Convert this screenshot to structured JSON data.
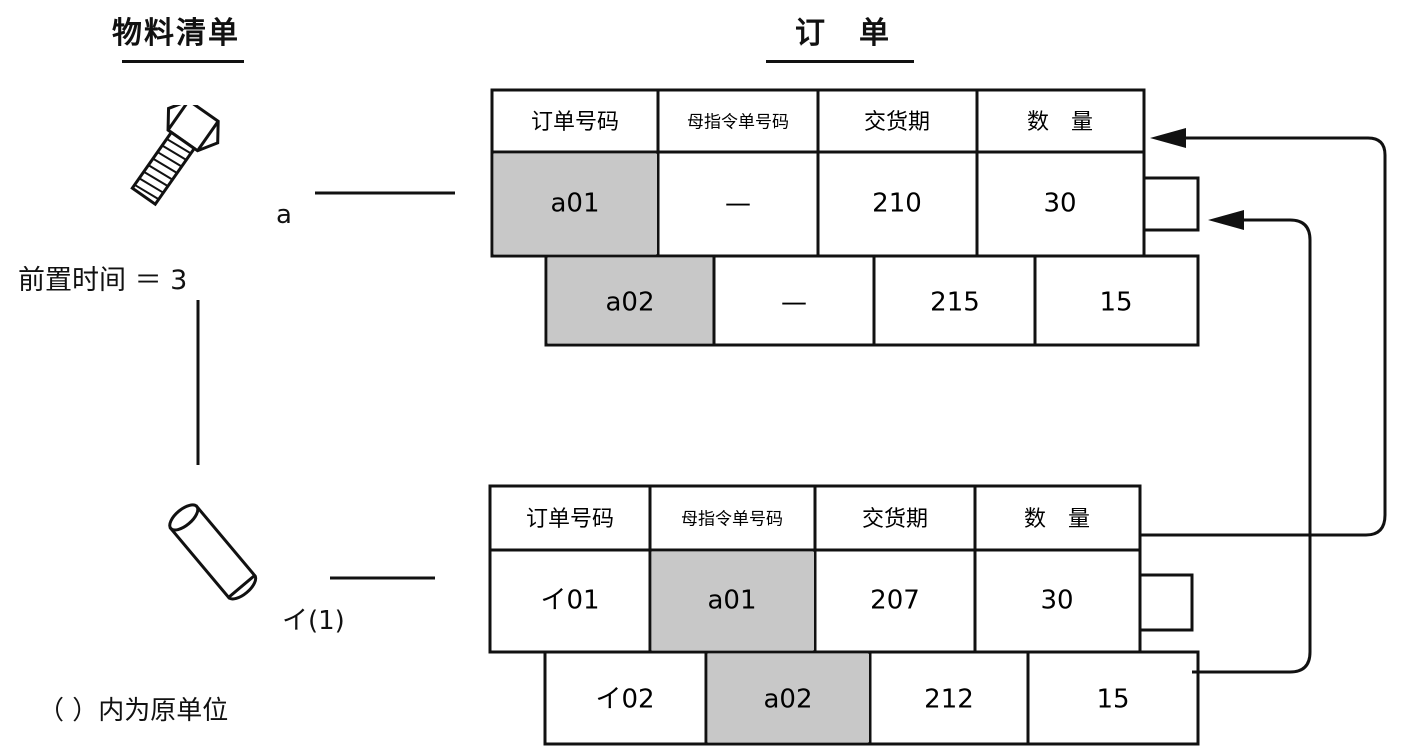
{
  "bom": {
    "title": "物料清单",
    "part_a_label": "a",
    "lead_time": "前置时间 ＝ 3",
    "part_i_label": "イ(1)",
    "note": "（ ）内为原单位"
  },
  "orders": {
    "title": "订　单",
    "headers": [
      "订单号码",
      "母指令单号码",
      "交货期",
      "数　量"
    ],
    "table_a": {
      "rows": [
        {
          "order_no": "a01",
          "parent_no": "—",
          "due": "210",
          "qty": "30"
        },
        {
          "order_no": "a02",
          "parent_no": "—",
          "due": "215",
          "qty": "15"
        }
      ]
    },
    "table_i": {
      "rows": [
        {
          "order_no": "イ01",
          "parent_no": "a01",
          "due": "207",
          "qty": "30"
        },
        {
          "order_no": "イ02",
          "parent_no": "a02",
          "due": "212",
          "qty": "15"
        }
      ]
    }
  },
  "colors": {
    "shade": "#c8c8c8",
    "line": "#111111"
  }
}
